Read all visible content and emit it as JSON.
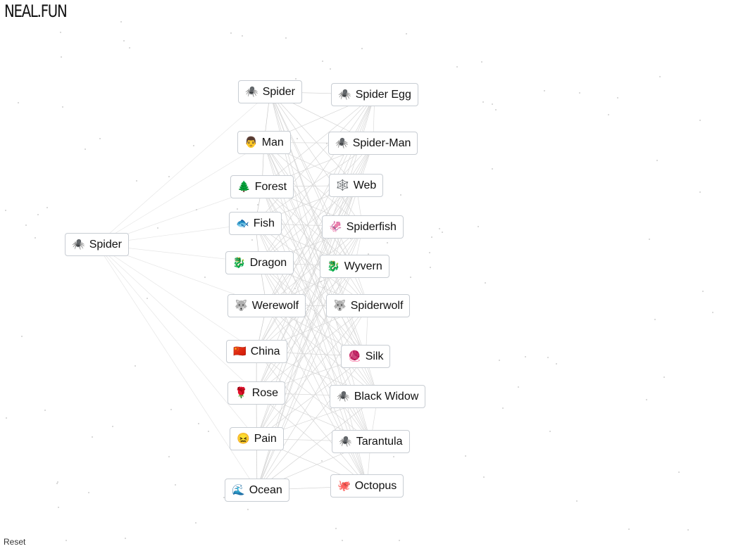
{
  "brand": {
    "logo": "NEAL.FUN"
  },
  "controls": {
    "reset_label": "Reset"
  },
  "source_element": {
    "emoji": "🕷️",
    "label": "Spider",
    "icon": "spider-icon"
  },
  "left_column": [
    {
      "emoji": "🕷️",
      "label": "Spider",
      "icon": "spider-icon"
    },
    {
      "emoji": "👨",
      "label": "Man",
      "icon": "man-icon"
    },
    {
      "emoji": "🌲",
      "label": "Forest",
      "icon": "tree-icon"
    },
    {
      "emoji": "🐟",
      "label": "Fish",
      "icon": "fish-icon"
    },
    {
      "emoji": "🐉",
      "label": "Dragon",
      "icon": "dragon-icon"
    },
    {
      "emoji": "🐺",
      "label": "Werewolf",
      "icon": "wolf-icon"
    },
    {
      "emoji": "🇨🇳",
      "label": "China",
      "icon": "china-flag-icon"
    },
    {
      "emoji": "🌹",
      "label": "Rose",
      "icon": "rose-icon"
    },
    {
      "emoji": "😖",
      "label": "Pain",
      "icon": "pained-face-icon"
    },
    {
      "emoji": "🌊",
      "label": "Ocean",
      "icon": "wave-icon"
    }
  ],
  "right_column": [
    {
      "emoji": "🕷️",
      "label": "Spider Egg",
      "icon": "spider-icon"
    },
    {
      "emoji": "🕷️",
      "label": "Spider-Man",
      "icon": "spider-icon"
    },
    {
      "emoji": "🕸️",
      "label": "Web",
      "icon": "spider-web-icon"
    },
    {
      "emoji": "🦑",
      "label": "Spiderfish",
      "icon": "squid-icon"
    },
    {
      "emoji": "🐉",
      "label": "Wyvern",
      "icon": "dragon-icon"
    },
    {
      "emoji": "🐺",
      "label": "Spiderwolf",
      "icon": "wolf-icon"
    },
    {
      "emoji": "🧶",
      "label": "Silk",
      "icon": "yarn-icon"
    },
    {
      "emoji": "🕷️",
      "label": "Black Widow",
      "icon": "spider-icon"
    },
    {
      "emoji": "🕷️",
      "label": "Tarantula",
      "icon": "spider-icon"
    },
    {
      "emoji": "🐙",
      "label": "Octopus",
      "icon": "octopus-icon"
    }
  ],
  "colors": {
    "background": "#ffffff",
    "item_border": "#c8cdd3",
    "wire": "#d6d6d6",
    "dot": "#cfcfcf"
  }
}
